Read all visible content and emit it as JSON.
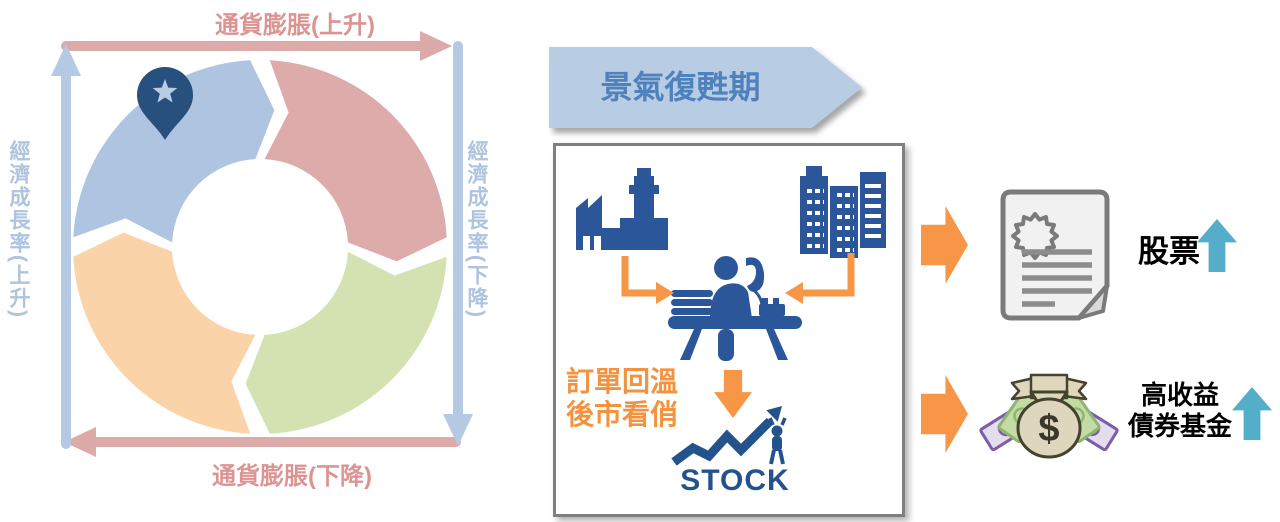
{
  "colors": {
    "segment_recovery": "#aec4e0",
    "segment_expansion": "#ddabaa",
    "segment_slowdown": "#d4e2b2",
    "segment_recession": "#fbd3a8",
    "axis_blue": "#b5c9e2",
    "axis_pink": "#dcaaa9",
    "label_pink": "#dc9493",
    "label_blue": "#aec3dd",
    "pin": "#27507e",
    "pin_star": "#b8cce4",
    "icon_navy": "#2b579a",
    "stock_navy": "#24538b",
    "orange": "#f79646",
    "orange_text": "#f5923e",
    "teal": "#55aec9",
    "banner_fill": "#b8cce4",
    "banner_text": "#4f81bd"
  },
  "cycle": {
    "top_label": "通貨膨脹(上升)",
    "bottom_label": "通貨膨脹(下降)",
    "left_label": "經濟成長率(上升)",
    "right_label": "經濟成長率(下降)"
  },
  "banner": {
    "title": "景氣復甦期"
  },
  "box": {
    "note": "訂單回溫\n後市看俏",
    "stock_word": "STOCK"
  },
  "icons": {
    "money_symbol": "$"
  },
  "outcomes": [
    {
      "label": "股票"
    },
    {
      "label": "高收益\n債券基金"
    }
  ]
}
